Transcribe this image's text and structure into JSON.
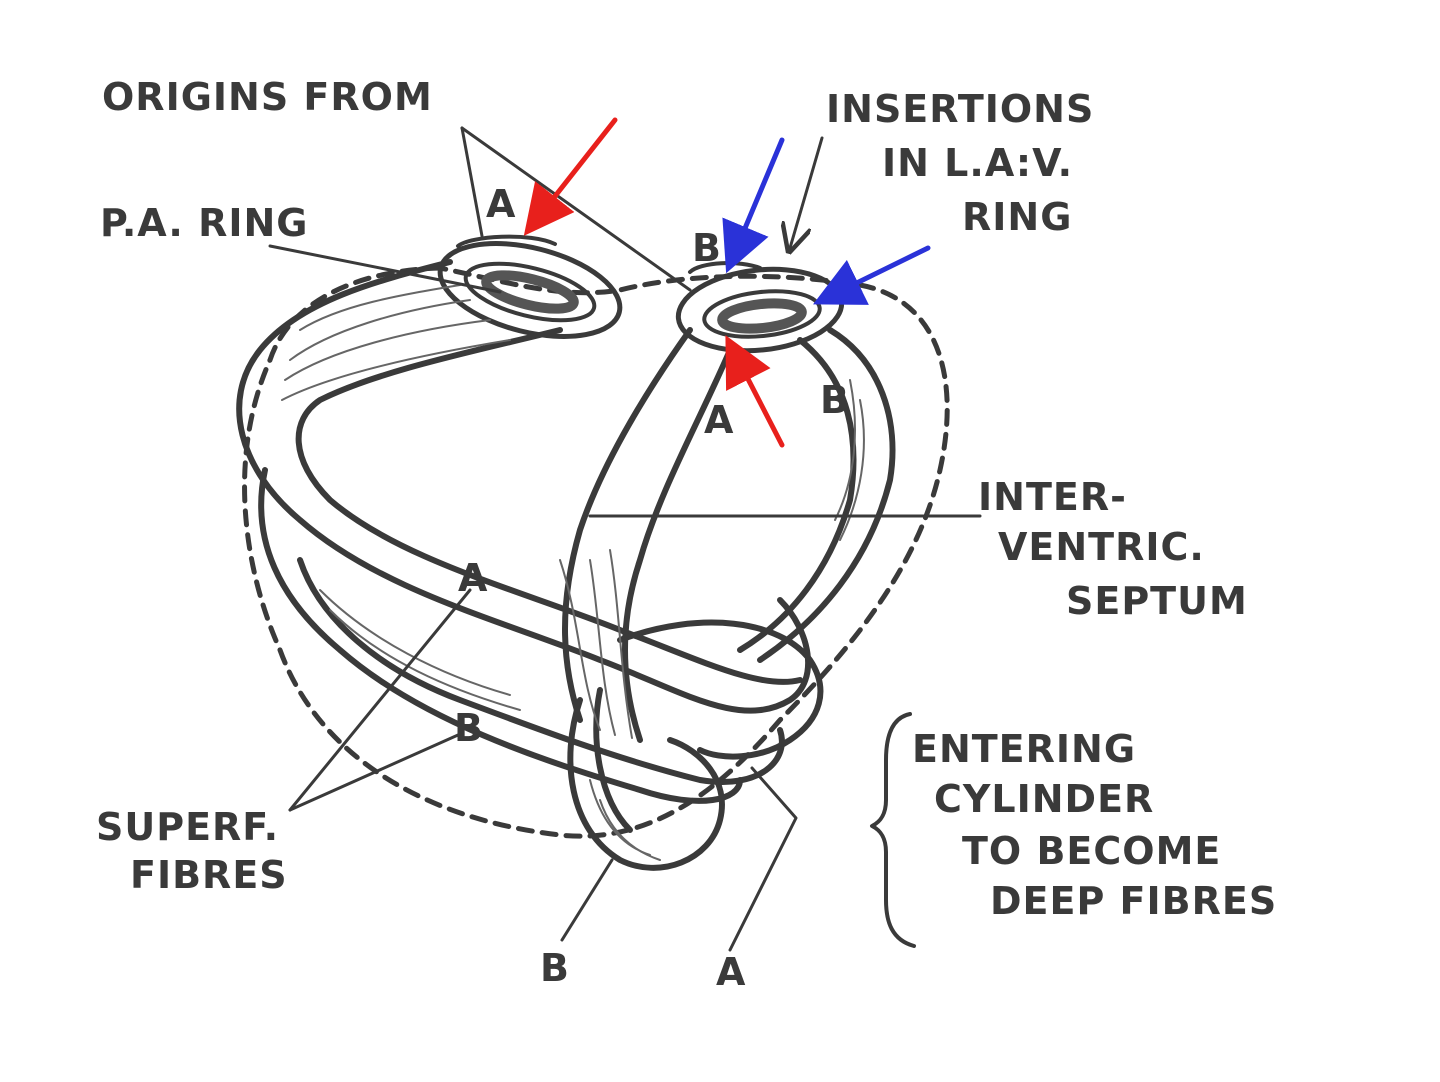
{
  "labels": {
    "origins": "ORIGINS FROM",
    "pa_ring": "P.A. RING",
    "insertions_1": "INSERTIONS",
    "insertions_2": "IN L.A:V.",
    "insertions_3": "RING",
    "septum_1": "INTER-",
    "septum_2": "VENTRIC.",
    "septum_3": "SEPTUM",
    "superf_1": "SUPERF.",
    "superf_2": "FIBRES",
    "entering_1": "ENTERING",
    "entering_2": "CYLINDER",
    "entering_3": "TO BECOME",
    "entering_4": "DEEP FIBRES"
  },
  "letters": {
    "a": "A",
    "b": "B"
  },
  "colors": {
    "ink": "#3a3a3a",
    "highlight_red": "#e8201c",
    "highlight_blue": "#2a32d8"
  }
}
